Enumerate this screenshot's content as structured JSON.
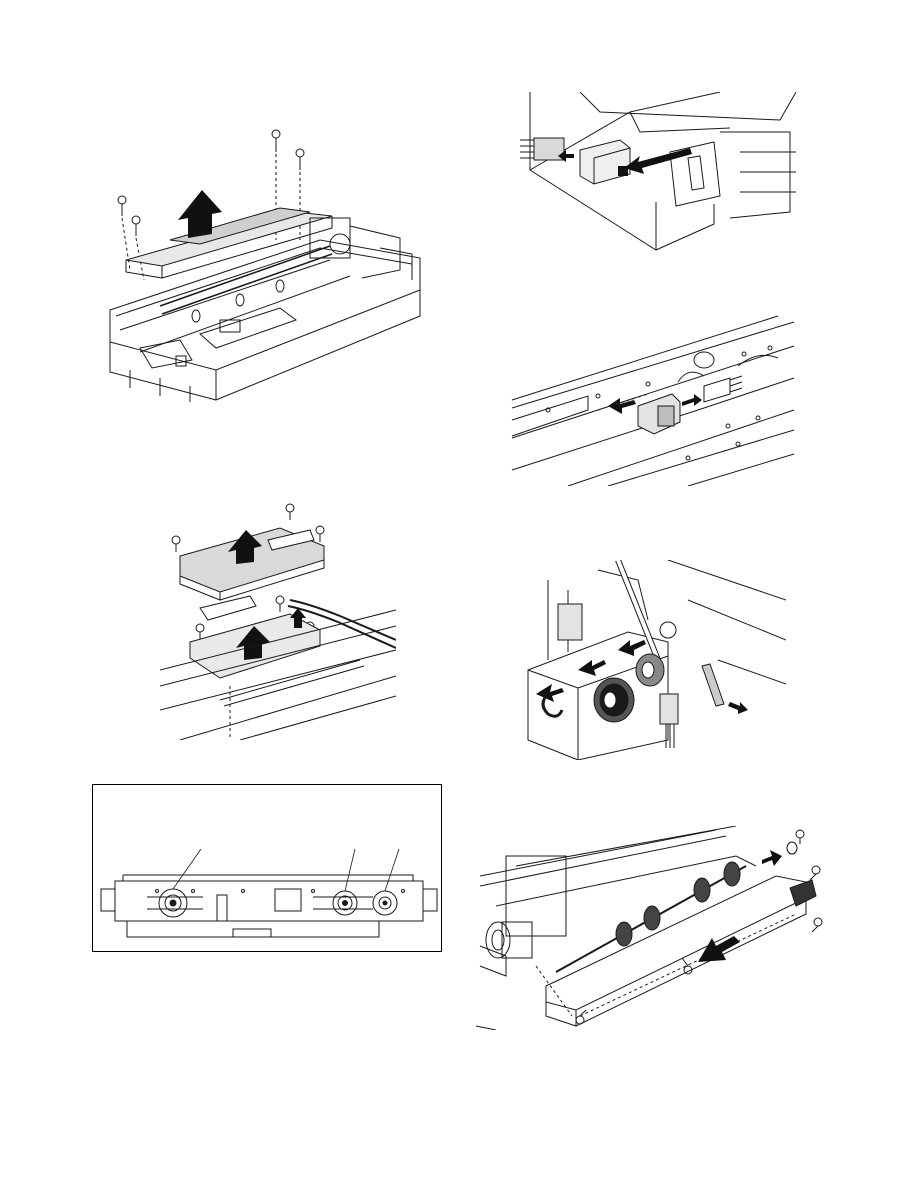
{
  "page": {
    "background": "#ffffff",
    "line_color": "#1a1a1a",
    "panel_fill": "#d9d9d9",
    "arrow_fill": "#111111"
  },
  "figures": [
    {
      "id": "scanner-unit-removal",
      "icon": "scanner-frame-illustration"
    },
    {
      "id": "connector-cover-removal",
      "icon": "connector-illustration"
    },
    {
      "id": "sensor-removal",
      "icon": "sensor-illustration"
    },
    {
      "id": "pwb-cover-removal",
      "icon": "pwb-illustration"
    },
    {
      "id": "gear-bushing-removal",
      "icon": "gear-illustration"
    },
    {
      "id": "pulley-position-detail",
      "icon": "pulley-frame-illustration"
    },
    {
      "id": "roller-frame-removal",
      "icon": "roller-illustration"
    }
  ]
}
